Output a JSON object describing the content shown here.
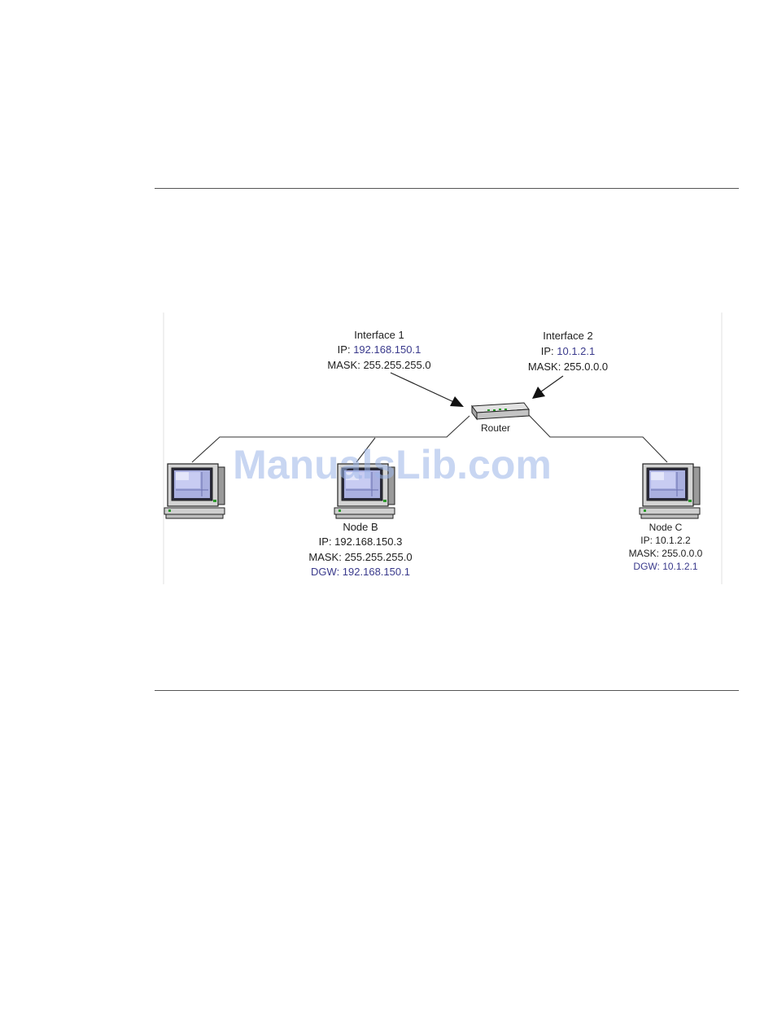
{
  "watermark": "ManualsLib.com",
  "router": {
    "label": "Router"
  },
  "interface1": {
    "title": "Interface 1",
    "ip_label": "IP: ",
    "ip_value": "192.168.150.1",
    "mask": "MASK: 255.255.255.0"
  },
  "interface2": {
    "title": "Interface 2",
    "ip_label": "IP: ",
    "ip_value": "10.1.2.1",
    "mask": "MASK: 255.0.0.0"
  },
  "node_b": {
    "title": "Node B",
    "ip": "IP: 192.168.150.3",
    "mask": "MASK: 255.255.255.0",
    "dgw": "DGW: 192.168.150.1"
  },
  "node_c": {
    "title": "Node C",
    "ip": "IP: 10.1.2.2",
    "mask": "MASK: 255.0.0.0",
    "dgw": "DGW: 10.1.2.1"
  },
  "colors": {
    "highlight_text": "#3a3a8c",
    "screen": "#aab0e0",
    "monitor_body": "#d4d4d4"
  }
}
